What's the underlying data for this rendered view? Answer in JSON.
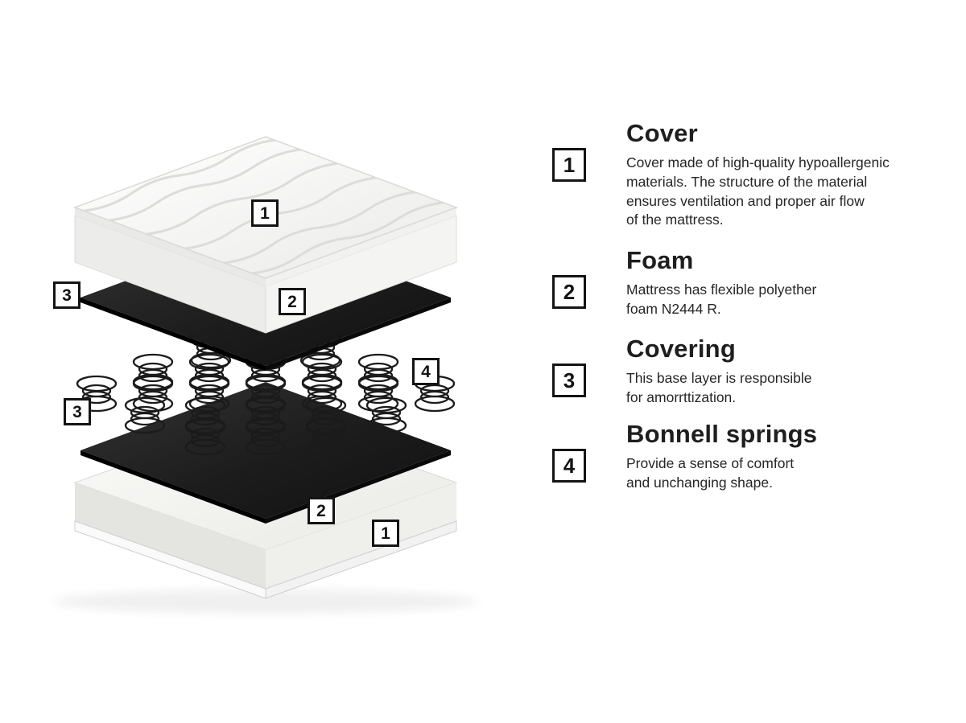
{
  "page": {
    "background": "#ffffff"
  },
  "diagram": {
    "name": "mattress-exploded-view",
    "badges": [
      {
        "number": "1"
      },
      {
        "number": "2"
      },
      {
        "number": "3"
      },
      {
        "number": "4"
      },
      {
        "number": "3"
      },
      {
        "number": "2"
      },
      {
        "number": "1"
      }
    ]
  },
  "legend": {
    "items": [
      {
        "number": "1",
        "title": "Cover",
        "description": "Cover made of high-quality hypoallergenic\nmaterials. The structure of the material\nensures ventilation and proper air flow\nof the mattress."
      },
      {
        "number": "2",
        "title": "Foam",
        "description": "Mattress has flexible polyether\nfoam N2444 R."
      },
      {
        "number": "3",
        "title": "Covering",
        "description": "This base layer is responsible\nfor amorrttization."
      },
      {
        "number": "4",
        "title": "Bonnell springs",
        "description": "Provide a sense of comfort\nand unchanging shape."
      }
    ]
  },
  "colors": {
    "badge_border": "#141414",
    "text": "#1e1e1e",
    "sheet_dark": "#1c1c1c"
  }
}
